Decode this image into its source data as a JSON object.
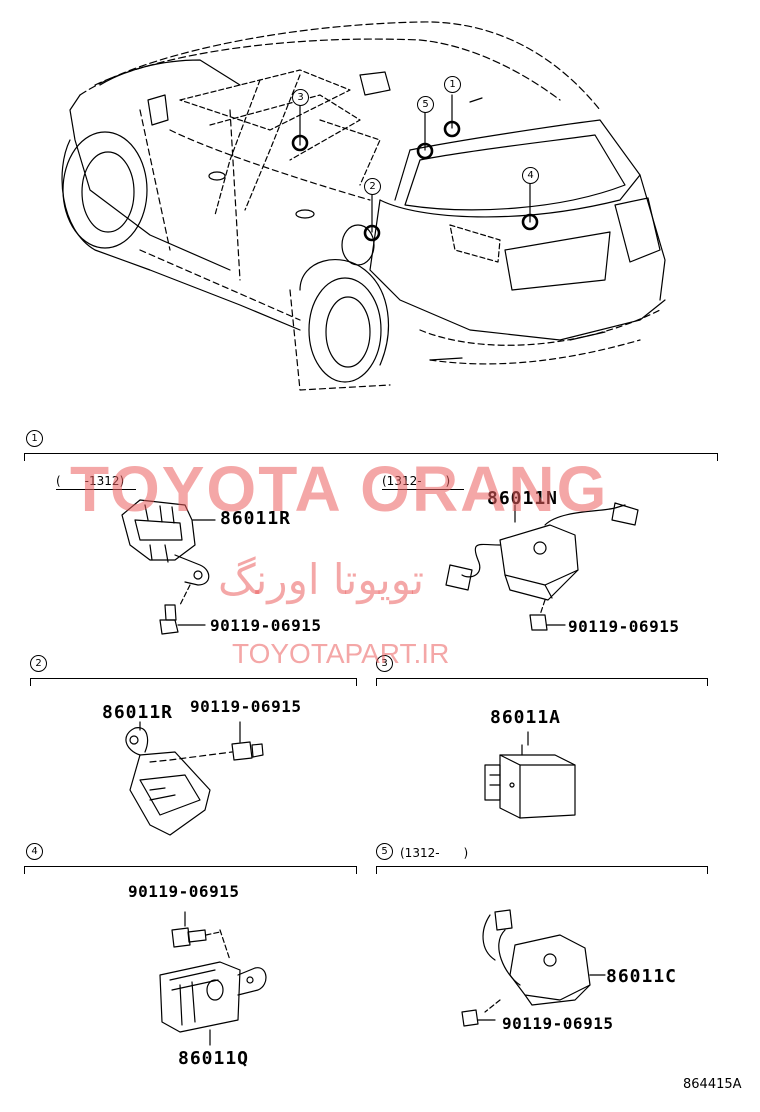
{
  "diagram_id": "864415A",
  "watermark": {
    "brand": "TOYOTA ORANG",
    "brand_fa": "تویوتا اورنگ",
    "site": "TOYOTAPART.IR"
  },
  "overview_callouts": [
    "1",
    "2",
    "3",
    "4",
    "5"
  ],
  "sections": [
    {
      "id": "1",
      "groups": [
        {
          "range": "(　　-1312)",
          "part": "86011R",
          "bolt": "90119-06915"
        },
        {
          "range": "(1312-　　)",
          "part": "86011N",
          "bolt": "90119-06915"
        }
      ]
    },
    {
      "id": "2",
      "part": "86011R",
      "bolt": "90119-06915"
    },
    {
      "id": "3",
      "part": "86011A"
    },
    {
      "id": "4",
      "part": "86011Q",
      "bolt": "90119-06915"
    },
    {
      "id": "5",
      "range": "(1312-　　)",
      "part": "86011C",
      "bolt": "90119-06915"
    }
  ]
}
